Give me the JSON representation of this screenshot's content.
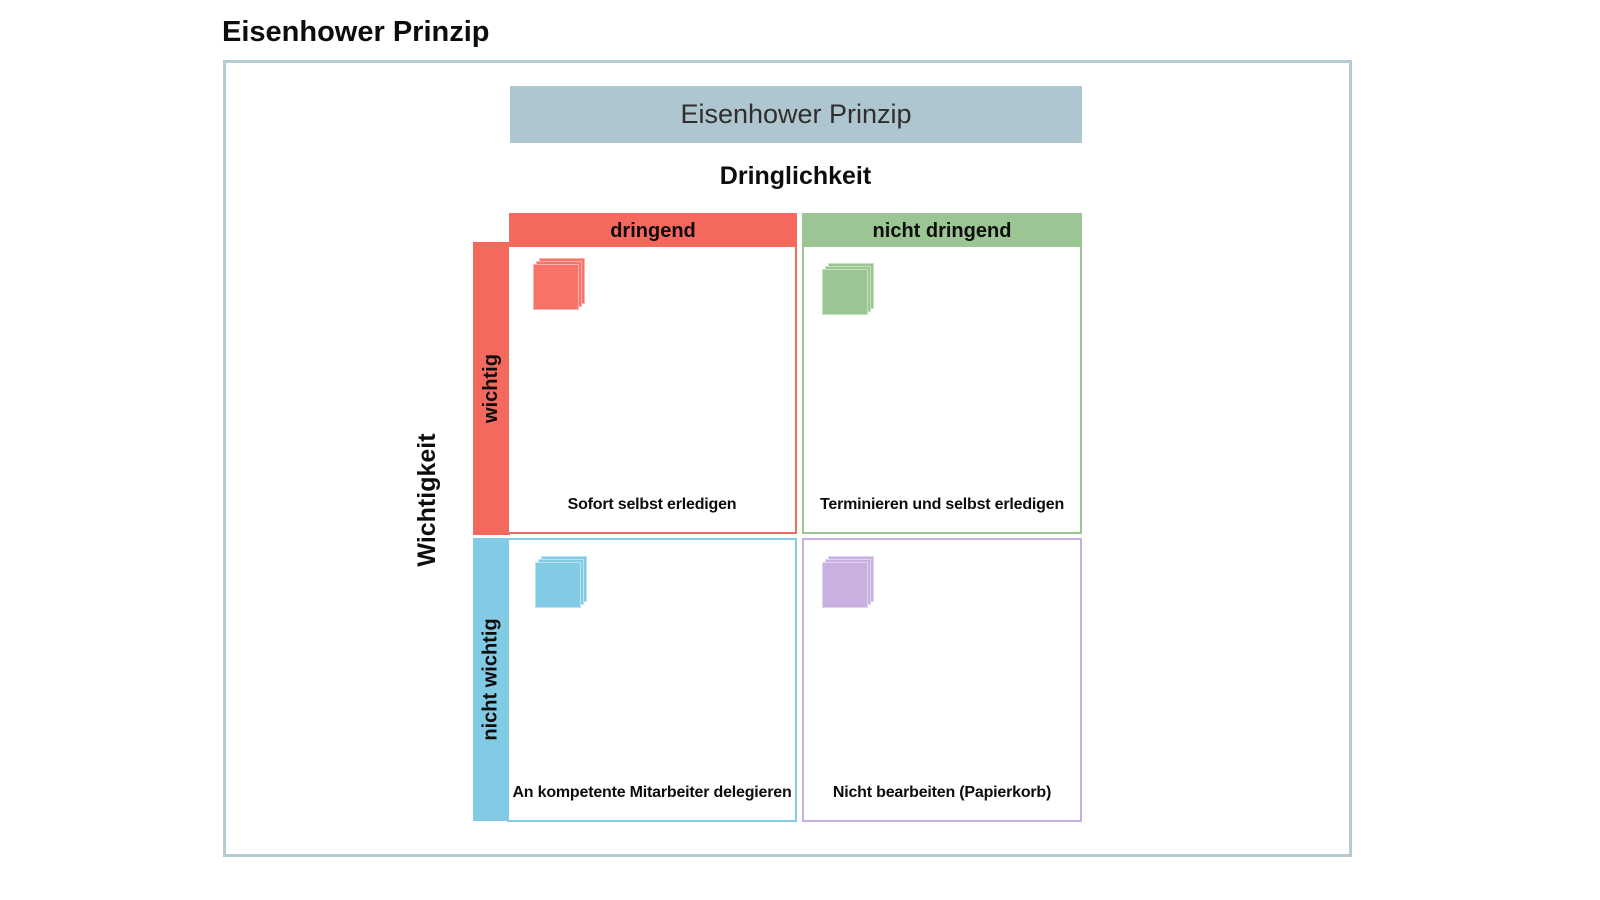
{
  "page": {
    "title": "Eisenhower Prinzip"
  },
  "matrix": {
    "header": {
      "label": "Eisenhower Prinzip",
      "bg_color": "#aec6cf"
    },
    "outer_border_color": "#b6cad2",
    "columns_axis": {
      "label": "Dringlichkeit"
    },
    "rows_axis": {
      "label": "Wichtigkeit"
    },
    "columns": [
      {
        "label": "dringend",
        "color": "#f4695e"
      },
      {
        "label": "nicht dringend",
        "color": "#9bc694"
      }
    ],
    "rows": [
      {
        "label": "wichtig",
        "color": "#f4695e"
      },
      {
        "label": "nicht wichtig",
        "color": "#82cbe5"
      }
    ],
    "quadrants": [
      {
        "caption": "Sofort selbst erledigen",
        "color": "#f4695e",
        "note_color": "#f87368"
      },
      {
        "caption": "Terminieren und selbst erledigen",
        "color": "#9bc694",
        "note_color": "#9bc694"
      },
      {
        "caption": "An kompetente Mitarbeiter delegieren",
        "color": "#82cbe5",
        "note_color": "#82cbe5"
      },
      {
        "caption": "Nicht bearbeiten (Papierkorb)",
        "color": "#c8b1e0",
        "note_color": "#c8b1e0"
      }
    ]
  }
}
